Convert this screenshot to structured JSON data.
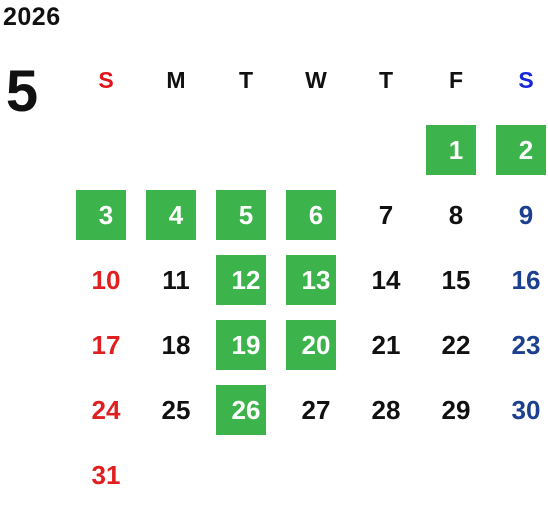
{
  "year": "2026",
  "month": "5",
  "colors": {
    "sunday_header": "#e0141b",
    "saturday_header": "#1428d6",
    "sunday_date": "#e02020",
    "saturday_date": "#1c3f8f",
    "weekday": "#111111",
    "highlight_bg": "#3cb44b",
    "highlight_text": "#ffffff"
  },
  "weekdays": [
    "S",
    "M",
    "T",
    "W",
    "T",
    "F",
    "S"
  ],
  "weeks": [
    [
      {
        "d": ""
      },
      {
        "d": ""
      },
      {
        "d": ""
      },
      {
        "d": ""
      },
      {
        "d": ""
      },
      {
        "d": "1",
        "h": true
      },
      {
        "d": "2",
        "h": true
      }
    ],
    [
      {
        "d": "3",
        "h": true
      },
      {
        "d": "4",
        "h": true
      },
      {
        "d": "5",
        "h": true
      },
      {
        "d": "6",
        "h": true
      },
      {
        "d": "7"
      },
      {
        "d": "8"
      },
      {
        "d": "9"
      }
    ],
    [
      {
        "d": "10"
      },
      {
        "d": "11"
      },
      {
        "d": "12",
        "h": true
      },
      {
        "d": "13",
        "h": true
      },
      {
        "d": "14"
      },
      {
        "d": "15"
      },
      {
        "d": "16"
      }
    ],
    [
      {
        "d": "17"
      },
      {
        "d": "18"
      },
      {
        "d": "19",
        "h": true
      },
      {
        "d": "20",
        "h": true
      },
      {
        "d": "21"
      },
      {
        "d": "22"
      },
      {
        "d": "23"
      }
    ],
    [
      {
        "d": "24"
      },
      {
        "d": "25"
      },
      {
        "d": "26",
        "h": true
      },
      {
        "d": "27"
      },
      {
        "d": "28"
      },
      {
        "d": "29"
      },
      {
        "d": "30"
      }
    ],
    [
      {
        "d": "31"
      },
      {
        "d": ""
      },
      {
        "d": ""
      },
      {
        "d": ""
      },
      {
        "d": ""
      },
      {
        "d": ""
      },
      {
        "d": ""
      }
    ]
  ]
}
